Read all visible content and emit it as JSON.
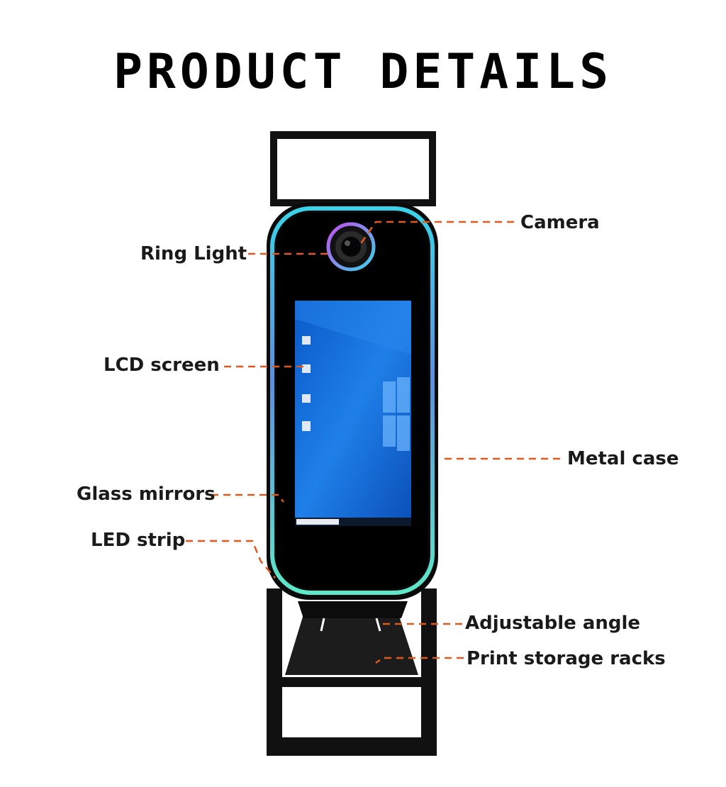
{
  "title": "PRODUCT DETAILS",
  "colors": {
    "leader": "#e0591f",
    "frame": "#111111",
    "screen": "#1a6fd9",
    "led_top": "#3ad3e8",
    "led_bottom": "#5ee8c8"
  },
  "labels": {
    "camera": "Camera",
    "ring_light": "Ring Light",
    "lcd_screen": "LCD screen",
    "metal_case": "Metal case",
    "glass_mirrors": "Glass mirrors",
    "led_strip": "LED strip",
    "adjustable_angle": "Adjustable angle",
    "print_storage_racks": "Print storage racks"
  }
}
